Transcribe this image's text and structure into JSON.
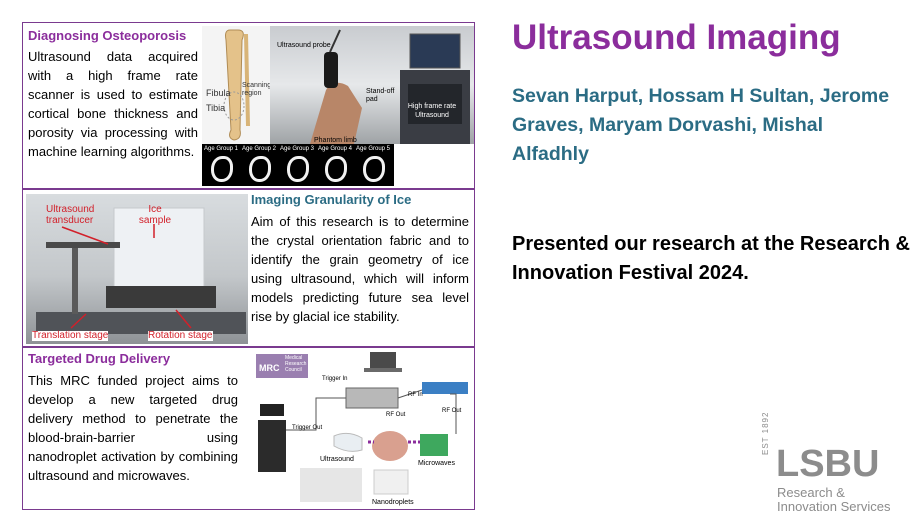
{
  "osteo": {
    "title": "Diagnosing Osteoporosis",
    "body": "Ultrasound data acquired with a high frame rate scanner is used to estimate cortical bone thickness and porosity via processing with machine learning algorithms.",
    "labels": {
      "fibula": "Fibula",
      "tibia": "Tibia",
      "scan_region": "Scanning region",
      "probe": "Ultrasound probe",
      "standoff": "Stand-off pad",
      "phantom": "Phantom limb",
      "hfr": "High frame rate Ultrasound"
    },
    "age_groups": [
      "Age Group 1",
      "Age Group 2",
      "Age Group 3",
      "Age Group 4",
      "Age Group 5"
    ]
  },
  "ice": {
    "title": "Imaging Granularity of Ice",
    "body": "Aim of this research is to determine the crystal orientation fabric and to identify the grain geometry of ice using ultrasound, which will inform models predicting future sea level rise by glacial ice stability.",
    "labels": {
      "transducer": "Ultrasound transducer",
      "sample": "Ice sample",
      "translation": "Translation stage",
      "rotation": "Rotation stage"
    }
  },
  "drug": {
    "title": "Targeted Drug Delivery",
    "body": "This MRC funded project aims to develop a new targeted drug delivery method to penetrate the blood-brain-barrier using nanodroplet activation by combining ultrasound and microwaves.",
    "mrc": {
      "abbr": "MRC",
      "line1": "Medical",
      "line2": "Research",
      "line3": "Council"
    },
    "labels": {
      "trigger_in": "Trigger In",
      "trigger_out": "Trigger Out",
      "rf_in": "RF In",
      "rf_out_1": "RF Out",
      "rf_out_2": "RF Out",
      "ultrasound": "Ultrasound",
      "microwaves": "Microwaves",
      "nanodroplets": "Nanodroplets"
    }
  },
  "header": {
    "title": "Ultrasound Imaging",
    "authors": "Sevan Harput, Hossam H Sultan, Jerome Graves, Maryam Dorvashi, Mishal Alfadhly",
    "presented": "Presented our research at the Research & Innovation Festival 2024."
  },
  "logo": {
    "est": "EST 1892",
    "main": "LSBU",
    "sub1": "Research &",
    "sub2": "Innovation Services"
  },
  "colors": {
    "purple": "#8b2d9c",
    "teal": "#2b6c84",
    "frame": "#7a3a8f",
    "red_label": "#d2202a"
  }
}
